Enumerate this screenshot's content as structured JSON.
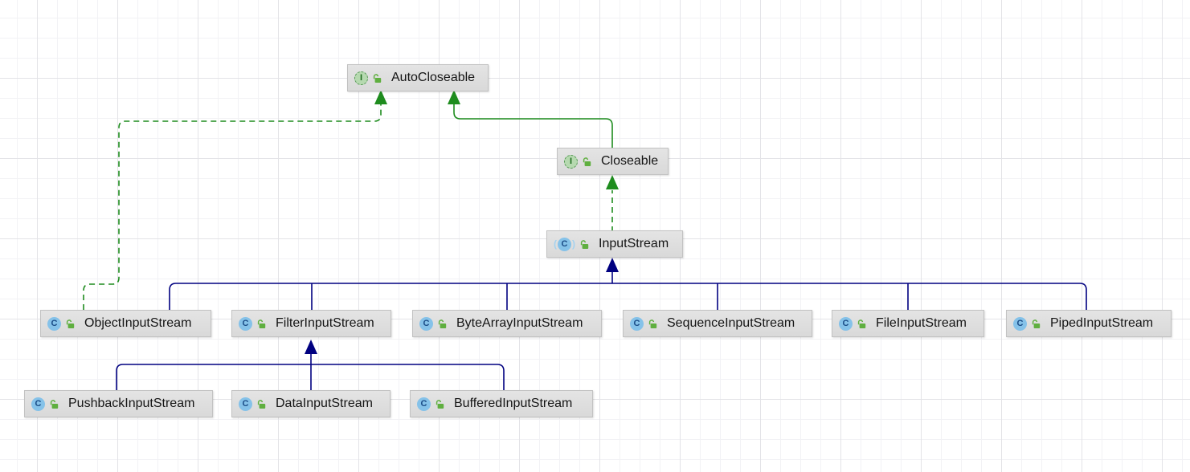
{
  "diagram": {
    "title": "Java InputStream class hierarchy",
    "icon_letters": {
      "class": "C",
      "interface": "I",
      "paren_l": "(",
      "paren_r": ")"
    },
    "colors": {
      "interface_edge": "#1e8c1e",
      "class_edge": "#000080",
      "node_bg": "#dedede",
      "node_border": "#c2c2c2",
      "class_icon": "#85c2e9",
      "interface_icon": "#b6d9b0",
      "lock_icon": "#5faf3f"
    },
    "nodes": [
      {
        "label": "AutoCloseable",
        "kind": "interface",
        "visibility": "public"
      },
      {
        "label": "Closeable",
        "kind": "interface",
        "visibility": "public"
      },
      {
        "label": "InputStream",
        "kind": "class",
        "abstract": true,
        "visibility": "public"
      },
      {
        "label": "ObjectInputStream",
        "kind": "class",
        "visibility": "public"
      },
      {
        "label": "FilterInputStream",
        "kind": "class",
        "visibility": "public"
      },
      {
        "label": "ByteArrayInputStream",
        "kind": "class",
        "visibility": "public"
      },
      {
        "label": "SequenceInputStream",
        "kind": "class",
        "visibility": "public"
      },
      {
        "label": "FileInputStream",
        "kind": "class",
        "visibility": "public"
      },
      {
        "label": "PipedInputStream",
        "kind": "class",
        "visibility": "public"
      },
      {
        "label": "PushbackInputStream",
        "kind": "class",
        "visibility": "public"
      },
      {
        "label": "DataInputStream",
        "kind": "class",
        "visibility": "public"
      },
      {
        "label": "BufferedInputStream",
        "kind": "class",
        "visibility": "public"
      }
    ],
    "edges": [
      {
        "from": "Closeable",
        "to": "AutoCloseable",
        "type": "extends",
        "style": "solid-green"
      },
      {
        "from": "InputStream",
        "to": "Closeable",
        "type": "implements",
        "style": "dashed-green"
      },
      {
        "from": "ObjectInputStream",
        "to": "AutoCloseable",
        "type": "implements",
        "style": "dashed-green"
      },
      {
        "from": "ObjectInputStream",
        "to": "InputStream",
        "type": "extends",
        "style": "solid-navy"
      },
      {
        "from": "FilterInputStream",
        "to": "InputStream",
        "type": "extends",
        "style": "solid-navy"
      },
      {
        "from": "ByteArrayInputStream",
        "to": "InputStream",
        "type": "extends",
        "style": "solid-navy"
      },
      {
        "from": "SequenceInputStream",
        "to": "InputStream",
        "type": "extends",
        "style": "solid-navy"
      },
      {
        "from": "FileInputStream",
        "to": "InputStream",
        "type": "extends",
        "style": "solid-navy"
      },
      {
        "from": "PipedInputStream",
        "to": "InputStream",
        "type": "extends",
        "style": "solid-navy"
      },
      {
        "from": "PushbackInputStream",
        "to": "FilterInputStream",
        "type": "extends",
        "style": "solid-navy"
      },
      {
        "from": "DataInputStream",
        "to": "FilterInputStream",
        "type": "extends",
        "style": "solid-navy"
      },
      {
        "from": "BufferedInputStream",
        "to": "FilterInputStream",
        "type": "extends",
        "style": "solid-navy"
      }
    ]
  }
}
